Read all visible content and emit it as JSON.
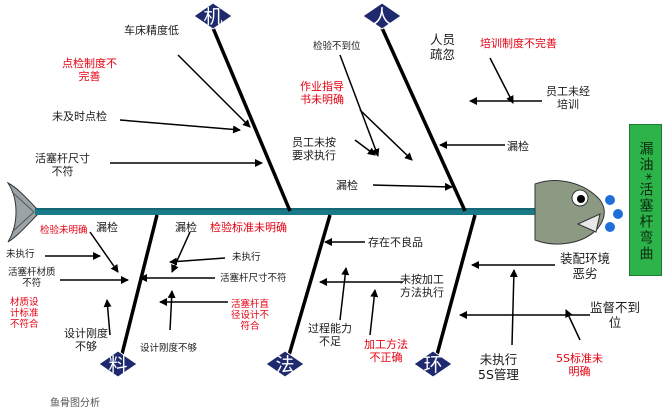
{
  "effect": {
    "label": "漏油*活塞杆弯曲"
  },
  "categories": {
    "machine": "机",
    "man": "人",
    "material": "料",
    "method": "法",
    "environment": "环"
  },
  "machine_causes": {
    "c1": "车床精度低",
    "c2_l1": "点检制度不",
    "c2_l2": "完善",
    "c3": "未及时点检",
    "c4_l1": "活塞杆尺寸",
    "c4_l2": "不符"
  },
  "man_causes": {
    "c1": "检验不到位",
    "c2_l1": "人员",
    "c2_l2": "疏忽",
    "c3": "培训制度不完善",
    "c4_l1": "作业指导",
    "c4_l2": "书未明确",
    "c5_l1": "员工未经",
    "c5_l2": "培训",
    "c6_l1": "员工未按",
    "c6_l2": "要求执行",
    "c7": "漏检",
    "c8": "漏检"
  },
  "material_causes": {
    "c1": "检验未明确",
    "c2": "漏检",
    "c3": "未执行",
    "c4_l1": "活塞杆材质",
    "c4_l2": "不符",
    "c5_l1": "材质设",
    "c5_l2": "计标准",
    "c5_l3": "不符合",
    "c6_l1": "设计刚度",
    "c6_l2": "不够",
    "c7": "漏检",
    "c8": "检验标准未明确",
    "c9": "未执行",
    "c10": "活塞杆尺寸不符",
    "c11": "设计刚度不够",
    "c12_l1": "活塞杆直",
    "c12_l2": "径设计不",
    "c12_l3": "符合"
  },
  "method_causes": {
    "c1": "存在不良品",
    "c2_l1": "未按加工",
    "c2_l2": "方法执行",
    "c3_l1": "过程能力",
    "c3_l2": "不足",
    "c4_l1": "加工方法",
    "c4_l2": "不正确"
  },
  "environment_causes": {
    "c1_l1": "装配环境",
    "c1_l2": "恶劣",
    "c2_l1": "监督不到",
    "c2_l2": "位",
    "c3_l1": "未执行",
    "c3_l2": "5S管理",
    "c4_l1": "5S标准未",
    "c4_l2": "明确"
  },
  "caption": "鱼骨图分析",
  "colors": {
    "spine": "#1a7a8a",
    "diamond": "#1f2a6e",
    "bone": "#000000",
    "cause_text": "#1a1a1a",
    "highlight_text": "#e60012",
    "effect_box": "#2db34a"
  }
}
